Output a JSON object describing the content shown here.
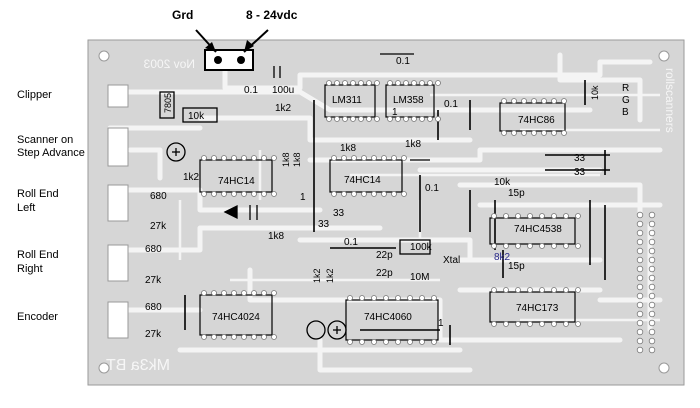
{
  "power": {
    "gnd_label": "Grd",
    "supply_label": "8 - 24vdc"
  },
  "side_labels": {
    "clipper": "Clipper",
    "scanner_line1": "Scanner on",
    "scanner_line2": "Step Advance",
    "roll_end_left_line1": "Roll End",
    "roll_end_left_line2": "Left",
    "roll_end_right_line1": "Roll End",
    "roll_end_right_line2": "Right",
    "encoder": "Encoder"
  },
  "board": {
    "date_mark": "Nov 2003",
    "title_mark": "Mk3a BT",
    "maker_mark": "rollscanners"
  },
  "chips": {
    "u_lm311": "LM311",
    "u_lm358": "LM358",
    "u_74hc86": "74HC86",
    "u_74hc14_left": "74HC14",
    "u_74hc14_mid": "74HC14",
    "u_74hc4538": "74HC4538",
    "u_74hc4024": "74HC4024",
    "u_74hc4060": "74HC4060",
    "u_74hc173": "74HC173",
    "u_7805": "7805"
  },
  "parts": {
    "c_0_1_top": "0.1",
    "c_0_1_reg": "0.1",
    "c_100u": "100u",
    "r_1k2_a": "1k2",
    "r_10k_reg": "10k",
    "r_10k_rgb": "10k",
    "led_r": "R",
    "led_g": "G",
    "led_b": "B",
    "c_0_1_86": "0.1",
    "r_1k2_b": "1k2",
    "r_1k8_v1": "1k8",
    "r_1k8_v2": "1k8",
    "r_1k8_a": "1k8",
    "r_1k8_b": "1k8",
    "c_33_a": "33",
    "c_33_b": "33",
    "c_0_1_mid": "0.1",
    "r_10k_mid": "10k",
    "c_15p_a": "15p",
    "r_680_a": "680",
    "r_27k_a": "27k",
    "c_33_c": "33",
    "c_33_d": "33",
    "r_1k8_c": "1k8",
    "c_0_1_low": "0.1",
    "c_22p_a": "22p",
    "r_100k": "100k",
    "xtal": "Xtal",
    "c_22p_b": "22p",
    "r_10m": "10M",
    "r_8k2": "8k2",
    "c_15p_b": "15p",
    "r_680_b": "680",
    "r_27k_b": "27k",
    "r_1k2_v1": "1k2",
    "r_1k2_v2": "1k2",
    "r_680_c": "680",
    "r_27k_c": "27k",
    "one_a": "1",
    "one_b": "1",
    "one_c": "1"
  }
}
